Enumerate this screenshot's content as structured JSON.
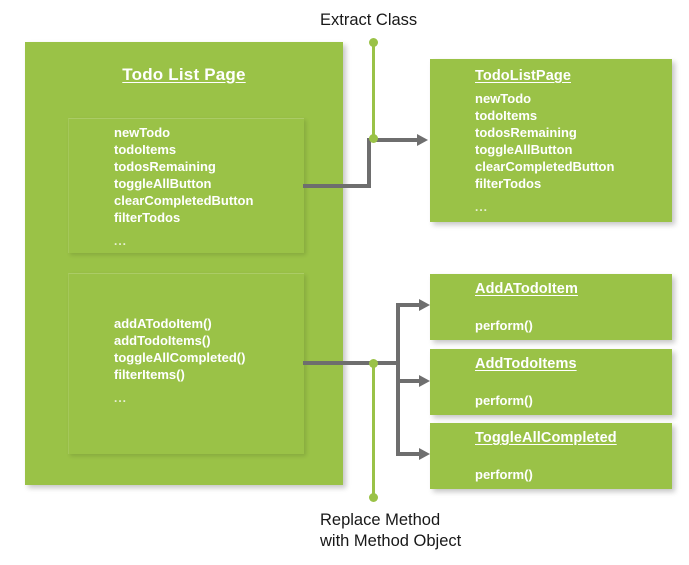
{
  "diagram": {
    "title": "Extract Class / Replace Method with Method Object refactoring",
    "background_color": "#ffffff",
    "box_color": "#9ac247",
    "connector_color": "#6e6e6e",
    "text_color": "#ffffff",
    "caption_color": "#181818"
  },
  "captions": {
    "top": "Extract Class",
    "bottom": "Replace Method\nwith Method Object"
  },
  "source_class": {
    "title": "Todo List Page",
    "fields_compartment": {
      "members": [
        "newTodo",
        "todoItems",
        "todosRemaining",
        "toggleAllButton",
        "clearCompletedButton",
        "filterTodos"
      ],
      "ellipsis": "..."
    },
    "methods_compartment": {
      "members": [
        "addATodoItem()",
        "addTodoItems()",
        "toggleAllCompleted()",
        "filterItems()"
      ],
      "ellipsis": "..."
    }
  },
  "extracted_classes": [
    {
      "title": "TodoListPage",
      "members": [
        "newTodo",
        "todoItems",
        "todosRemaining",
        "toggleAllButton",
        "clearCompletedButton",
        "filterTodos"
      ],
      "ellipsis": "..."
    }
  ],
  "method_objects": [
    {
      "title": "AddATodoItem",
      "members": [
        "perform()"
      ]
    },
    {
      "title": "AddTodoItems",
      "members": [
        "perform()"
      ]
    },
    {
      "title": "ToggleAllCompleted",
      "members": [
        "perform()"
      ]
    }
  ]
}
